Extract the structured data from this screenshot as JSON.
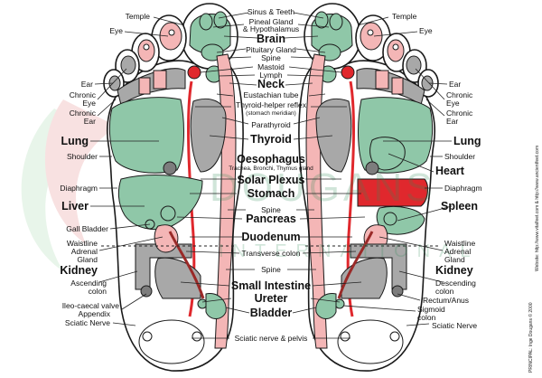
{
  "labels": {
    "sinus_teeth": "Sinus & Teeth",
    "pineal": "Pineal Gland",
    "hypothalamus": "& Hypothalamus",
    "brain": "Brain",
    "pituitary": "Pituitary Gland",
    "spine": "Spine",
    "mastoid": "Mastoid",
    "lymph": "Lymph",
    "neck": "Neck",
    "eustachian": "Eustachian tube",
    "thyroid_helper": "Thyroid-helper reflex",
    "stomach_meridian": "(stomach meridian)",
    "parathyroid": "Parathyroid",
    "thyroid": "Thyroid",
    "oesophagus": "Oesophagus",
    "trachea": "Trachea, Bronchi, Thymus gland",
    "solar_plexus": "Solar Plexus",
    "stomach": "Stomach",
    "pancreas": "Pancreas",
    "duodenum": "Duodenum",
    "transverse_colon": "Transverse colon",
    "small_intestine": "Small Intestine",
    "ureter": "Ureter",
    "bladder": "Bladder",
    "sciatic_pelvis": "Sciatic nerve & pelvis",
    "temple": "Temple",
    "eye": "Eye",
    "ear": "Ear",
    "chronic_eye": "Chronic Eye",
    "chronic_ear": "Chronic Ear",
    "lung": "Lung",
    "shoulder": "Shoulder",
    "diaphragm": "Diaphragm",
    "liver": "Liver",
    "gall_bladder": "Gall Bladder",
    "waistline": "Waistline",
    "adrenal_gland": "Adrenal Gland",
    "kidney": "Kidney",
    "ascending_colon": "Ascending colon",
    "ileo_caecal": "Ileo-caecal valve",
    "appendix": "Appendix",
    "sciatic_nerve": "Sciatic Nerve",
    "heart": "Heart",
    "spleen": "Spleen",
    "descending_colon": "Descending colon",
    "rectum_anus": "Rectum/Anus",
    "sigmoid_colon": "Sigmoid colon"
  },
  "watermark": {
    "brand": "DOUGANS",
    "sub": "INTERNATIONAL"
  },
  "side_text": {
    "publisher": "PRINCIPAL: Inge Dougans © 2000",
    "website": "Website: http://www.vitalfeet.com & http://www.ancientfeet.com"
  },
  "colors": {
    "green": "#8fc7a8",
    "pink": "#f4b6b6",
    "grey": "#a8a8a8",
    "dark_grey": "#7d7d7d",
    "red": "#e0282d",
    "dark_red": "#9a2a28",
    "outline": "#1a1a1a"
  }
}
